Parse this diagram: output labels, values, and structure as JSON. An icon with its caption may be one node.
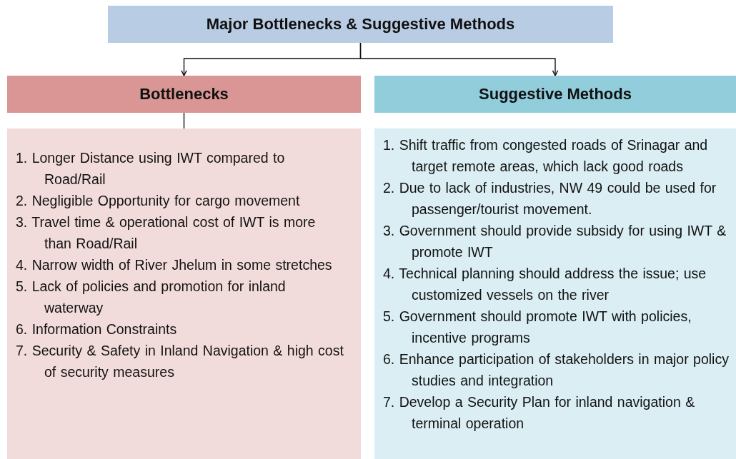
{
  "diagram": {
    "nodes": [
      {
        "text": [
          "Major Bottlenecks & Suggestive Methods"
        ]
      },
      {
        "text": [
          "Bottlenecks"
        ]
      },
      {
        "text": [
          "Suggestive Methods"
        ]
      },
      {
        "text": [
          "1. Longer Distance using IWT compared to Road/Rail",
          "2. Negligible Opportunity for cargo movement",
          "3. Travel time & operational cost of IWT is more than Road/Rail",
          "4. Narrow width of River Jhelum in some stretches",
          "5. Lack of policies and promotion for inland waterway",
          "6. Information Constraints",
          "7. Security & Safety in Inland Navigation & high cost of security measures"
        ]
      },
      {
        "text": [
          "1. Shift traffic from congested roads of Srinagar and target remote areas, which lack good roads",
          "2. Due to lack of industries, NW 49 could be used for passenger/tourist movement.",
          "3. Government should provide subsidy for using IWT & promote IWT",
          "4. Technical planning should address the issue; use customized vessels on the river",
          "5. Government should promote IWT with policies, incentive programs",
          "6. Enhance participation of stakeholders in major policy studies and integration",
          "7. Develop a Security Plan for inland navigation & terminal operation"
        ]
      }
    ],
    "edges": [
      {
        "from": 0,
        "to": 1,
        "arrow": "to"
      },
      {
        "from": 0,
        "to": 2,
        "arrow": "to"
      },
      {
        "from": 1,
        "to": 3,
        "arrow": "none"
      }
    ]
  }
}
